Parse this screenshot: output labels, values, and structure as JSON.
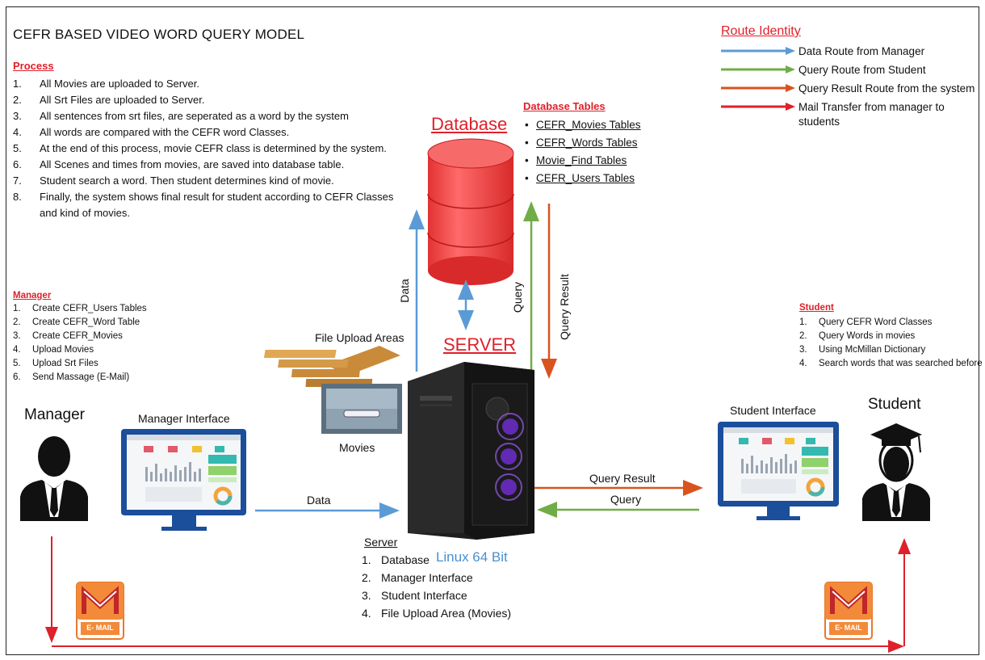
{
  "title": "CEFR BASED VIDEO WORD QUERY MODEL",
  "process": {
    "heading": "Process",
    "items": [
      {
        "num": "1.",
        "text": "All Movies are uploaded to Server."
      },
      {
        "num": "2.",
        "text": "All Srt Files are uploaded to Server."
      },
      {
        "num": "3.",
        "text": "All sentences from srt files, are seperated as a word by the system"
      },
      {
        "num": "4.",
        "text": "All words are compared with the CEFR word Classes."
      },
      {
        "num": "5.",
        "text": "At the end of this process, movie CEFR class is determined by the system."
      },
      {
        "num": "6.",
        "text": "All Scenes and times from movies, are saved into database table."
      },
      {
        "num": "7.",
        "text": "Student search a word. Then student determines kind of movie."
      },
      {
        "num": "8.",
        "text": "Finally, the system shows final result for student according to CEFR Classes and kind of movies."
      }
    ]
  },
  "database": {
    "title": "Database",
    "tables_heading": "Database Tables",
    "tables": [
      "CEFR_Movies Tables",
      "CEFR_Words Tables",
      "Movie_Find Tables",
      "CEFR_Users Tables"
    ]
  },
  "route_identity": {
    "heading": "Route Identity",
    "routes": [
      {
        "label": "Data Route from Manager",
        "color": "#5b9bd5"
      },
      {
        "label": "Query Route from Student",
        "color": "#70ad47"
      },
      {
        "label": "Query Result Route from the system",
        "color": "#d9531e"
      },
      {
        "label": "Mail Transfer from manager to students",
        "color": "#e0202a"
      }
    ]
  },
  "manager": {
    "heading": "Manager",
    "items": [
      {
        "num": "1.",
        "text": "Create CEFR_Users Tables"
      },
      {
        "num": "2.",
        "text": "Create CEFR_Word Table"
      },
      {
        "num": "3.",
        "text": "Create CEFR_Movies"
      },
      {
        "num": "4.",
        "text": "Upload Movies"
      },
      {
        "num": "5.",
        "text": "Upload Srt Files"
      },
      {
        "num": "6.",
        "text": "Send Massage (E-Mail)"
      }
    ],
    "label": "Manager",
    "interface_label": "Manager Interface"
  },
  "student": {
    "heading": "Student",
    "items": [
      {
        "num": "1.",
        "text": "Query CEFR Word Classes"
      },
      {
        "num": "2.",
        "text": "Query Words in movies"
      },
      {
        "num": "3.",
        "text": "Using McMillan Dictionary"
      },
      {
        "num": "4.",
        "text": "Search words that was searched before"
      }
    ],
    "label": "Student",
    "interface_label": "Student Interface"
  },
  "server": {
    "title": "SERVER",
    "file_upload_label": "File Upload Areas",
    "movies_label": "Movies",
    "heading": "Server",
    "items": [
      {
        "num": "1.",
        "text": "Database"
      },
      {
        "num": "2.",
        "text": "Manager Interface"
      },
      {
        "num": "3.",
        "text": "Student Interface"
      },
      {
        "num": "4.",
        "text": "File Upload Area (Movies)"
      }
    ],
    "os": "Linux 64 Bit"
  },
  "flows": {
    "data_vertical": "Data",
    "query_vertical": "Query",
    "query_result_vertical": "Query Result",
    "data_horizontal": "Data",
    "query_result_horizontal": "Query Result",
    "query_horizontal": "Query"
  },
  "email_label": "E- MAIL",
  "colors": {
    "data": "#5b9bd5",
    "query": "#70ad47",
    "result": "#d9531e",
    "mail": "#e0202a",
    "db": "#f04848"
  }
}
